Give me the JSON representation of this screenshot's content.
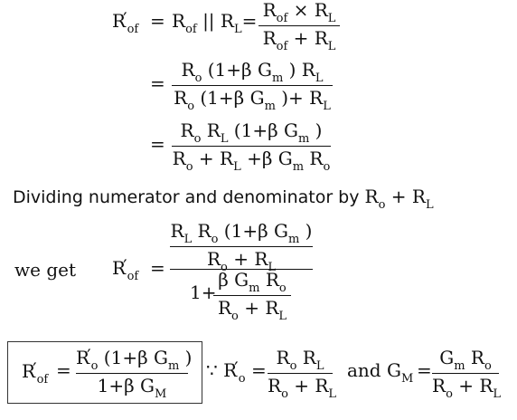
{
  "eq1": {
    "lhs_main": "R",
    "lhs_prime": "′",
    "lhs_sub": "of",
    "eq": "=",
    "rhs_main": "R",
    "rhs_sub": "of",
    "parallel": "|| R",
    "parallel_sub": "L",
    "eq2": "=",
    "num_a": "R",
    "num_a_sub": "of",
    "num_b": " × R",
    "num_b_sub": "L",
    "den_a": "R",
    "den_a_sub": "of",
    "den_b": " + R",
    "den_b_sub": "L"
  },
  "eq2": {
    "eq": "=",
    "num_1": "R",
    "num_1_sub": "o",
    "num_2": " (1+β G",
    "num_2_sub": "m",
    "num_3": " ) R",
    "num_3_sub": "L",
    "den_1": "R",
    "den_1_sub": "o",
    "den_2": " (1+β G",
    "den_2_sub": "m",
    "den_3": " )+ R",
    "den_3_sub": "L"
  },
  "eq3": {
    "eq": "=",
    "num_1": "R",
    "num_1_sub": "o",
    "num_2": " R",
    "num_2_sub": "L",
    "num_3": " (1+β G",
    "num_3_sub": "m",
    "num_4": " )",
    "den_1": "R",
    "den_1_sub": "o",
    "den_2": " + R",
    "den_2_sub": "L",
    "den_3": " +β G",
    "den_3_sub": "m",
    "den_4": " R",
    "den_4_sub": "o"
  },
  "dividing": {
    "text": "Dividing numerator and denominator by ",
    "r1": "R",
    "r1_sub": "o",
    "plus": " + R",
    "r2_sub": "L"
  },
  "eq4": {
    "we_get": "we get",
    "lhs_main": "R",
    "lhs_prime": "′",
    "lhs_sub": "of",
    "eq": "=",
    "top_num_1": "R",
    "top_num_1_sub": "L",
    "top_num_2": " R",
    "top_num_2_sub": "o",
    "top_num_3": " (1+β G",
    "top_num_3_sub": "m",
    "top_num_4": " )",
    "top_den_1": "R",
    "top_den_1_sub": "o",
    "top_den_2": " + R",
    "top_den_2_sub": "L",
    "one_plus": "1+",
    "inner_num_1": "β G",
    "inner_num_1_sub": "m",
    "inner_num_2": " R",
    "inner_num_2_sub": "o",
    "inner_den_1": "R",
    "inner_den_1_sub": "o",
    "inner_den_2": " + R",
    "inner_den_2_sub": "L"
  },
  "eq5": {
    "lhs_main": "R",
    "lhs_prime": "′",
    "lhs_sub": "of",
    "eq": "=",
    "num_1": "R",
    "num_1_prime": "′",
    "num_1_sub": "o",
    "num_2": " (1+β G",
    "num_2_sub": "m",
    "num_3": " )",
    "den_1": "1+β G",
    "den_1_sub": "M",
    "because": "∵ R",
    "because_prime": "′",
    "because_sub": "o",
    "eq2": "=",
    "f2_num_1": "R",
    "f2_num_1_sub": "o",
    "f2_num_2": " R",
    "f2_num_2_sub": "L",
    "f2_den_1": "R",
    "f2_den_1_sub": "o",
    "f2_den_2": " + R",
    "f2_den_2_sub": "L",
    "and": "and G",
    "and_sub": "M",
    "eq3": "=",
    "f3_num_1": "G",
    "f3_num_1_sub": "m",
    "f3_num_2": " R",
    "f3_num_2_sub": "o",
    "f3_den_1": "R",
    "f3_den_1_sub": "o",
    "f3_den_2": " + R",
    "f3_den_2_sub": "L"
  }
}
